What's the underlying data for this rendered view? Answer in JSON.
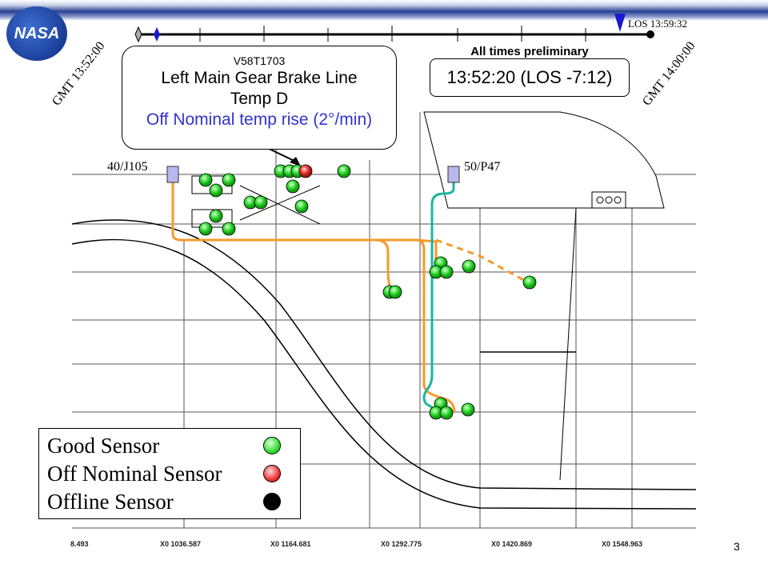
{
  "header": {
    "logo_text": "NASA"
  },
  "timeline": {
    "start_label": "GMT 13:52:00",
    "end_label": "GMT 14:00:00",
    "los_label": "LOS 13:59:32",
    "progress_fraction": 0.04
  },
  "note": "All times preliminary",
  "current_time": "13:52:20 (LOS -7:12)",
  "callout": {
    "sensor_id": "V58T1703",
    "title_line1": "Left Main Gear Brake Line",
    "title_line2": "Temp D",
    "status": "Off Nominal temp rise (2°/min)",
    "status_color": "#3333cc"
  },
  "connectors": [
    "40/J105",
    "50/P47"
  ],
  "legend": {
    "good": "Good Sensor",
    "off_nominal": "Off Nominal Sensor",
    "offline": "Offline Sensor",
    "colors": {
      "good": "#33dd33",
      "off_nominal": "#ee3333",
      "offline": "#000000"
    }
  },
  "x_stations": [
    "8.493",
    "X0 1036.587",
    "X0 1164.681",
    "X0 1292.775",
    "X0 1420.869",
    "X0 1548.963"
  ],
  "page_number": "3"
}
